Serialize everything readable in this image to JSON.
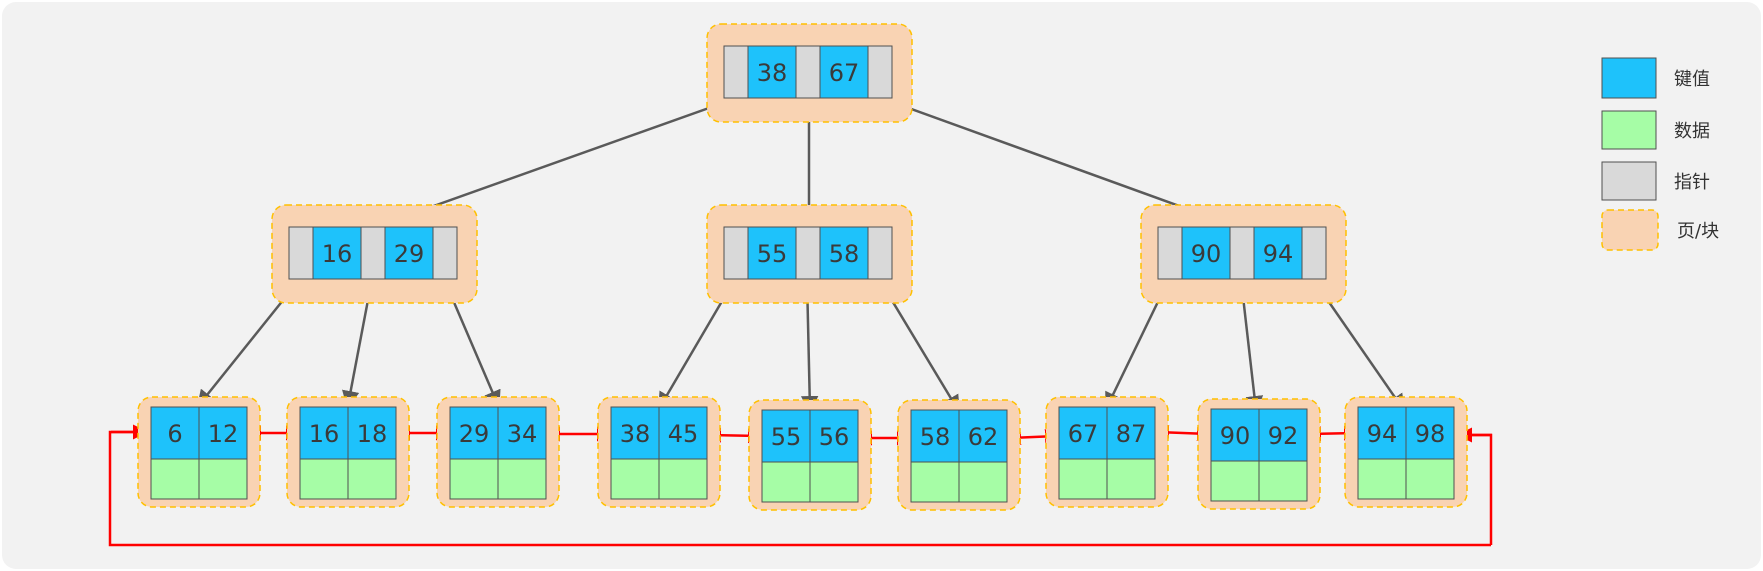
{
  "colors": {
    "background": "#f2f2f2",
    "key": "#1ec2fb",
    "data": "#a6fda6",
    "pointer": "#d9d9d9",
    "page_fill": "#f9d3b3",
    "page_border": "#ffc000",
    "tree_edge": "#5a5a5a",
    "leaf_link": "#ff0000",
    "cell_border": "#505050"
  },
  "tree": {
    "root": {
      "keys": [
        "38",
        "67"
      ]
    },
    "internal": [
      {
        "keys": [
          "16",
          "29"
        ]
      },
      {
        "keys": [
          "55",
          "58"
        ]
      },
      {
        "keys": [
          "90",
          "94"
        ]
      }
    ],
    "leaves": [
      {
        "keys": [
          "6",
          "12"
        ]
      },
      {
        "keys": [
          "16",
          "18"
        ]
      },
      {
        "keys": [
          "29",
          "34"
        ]
      },
      {
        "keys": [
          "38",
          "45"
        ]
      },
      {
        "keys": [
          "55",
          "56"
        ]
      },
      {
        "keys": [
          "58",
          "62"
        ]
      },
      {
        "keys": [
          "67",
          "87"
        ]
      },
      {
        "keys": [
          "90",
          "92"
        ]
      },
      {
        "keys": [
          "94",
          "98"
        ]
      }
    ]
  },
  "legend": [
    {
      "label": "键值",
      "kind": "key"
    },
    {
      "label": "数据",
      "kind": "data"
    },
    {
      "label": "指针",
      "kind": "pointer"
    },
    {
      "label": "页/块",
      "kind": "page"
    }
  ]
}
